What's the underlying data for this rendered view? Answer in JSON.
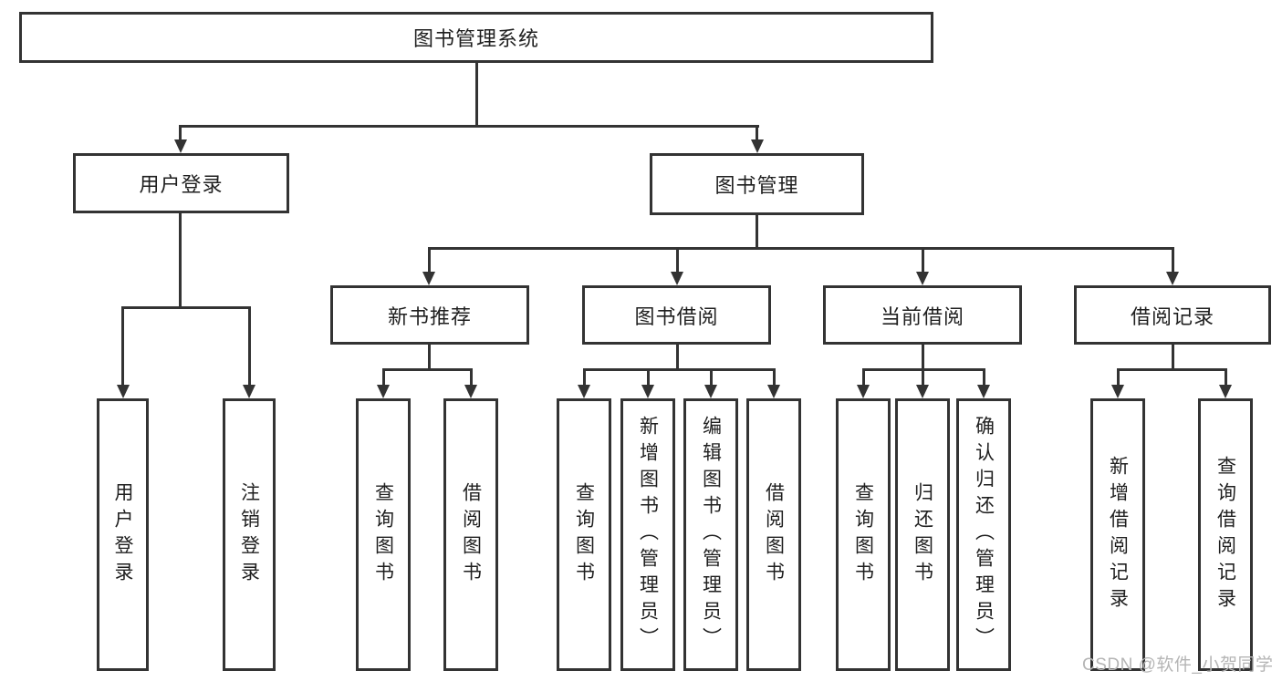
{
  "colors": {
    "line": "#333333",
    "text": "#1f1f1f",
    "watermark": "#b5b5b5",
    "bg": "#ffffff"
  },
  "watermark": {
    "text": "CSDN @软件_小贺同学"
  },
  "nodes": {
    "root": {
      "label": "图书管理系统"
    },
    "user_login": {
      "label": "用户登录"
    },
    "book_management": {
      "label": "图书管理"
    },
    "new_book_recommend": {
      "label": "新书推荐"
    },
    "book_borrow": {
      "label": "图书借阅"
    },
    "current_borrow": {
      "label": "当前借阅"
    },
    "borrow_record": {
      "label": "借阅记录"
    },
    "leaf_user_login": {
      "label": "用户登录"
    },
    "leaf_logout": {
      "label": "注销登录"
    },
    "leaf_query_book_1": {
      "label": "查询图书"
    },
    "leaf_borrow_book_1": {
      "label": "借阅图书"
    },
    "leaf_query_book_2": {
      "label": "查询图书"
    },
    "leaf_add_book": {
      "label": "新增图书（管理员）"
    },
    "leaf_edit_book": {
      "label": "编辑图书（管理员）"
    },
    "leaf_borrow_book_2": {
      "label": "借阅图书"
    },
    "leaf_query_book_3": {
      "label": "查询图书"
    },
    "leaf_return_book": {
      "label": "归还图书"
    },
    "leaf_confirm_return": {
      "label": "确认归还（管理员）"
    },
    "leaf_add_borrow_record": {
      "label": "新增借阅记录"
    },
    "leaf_query_borrow_record": {
      "label": "查询借阅记录"
    }
  }
}
